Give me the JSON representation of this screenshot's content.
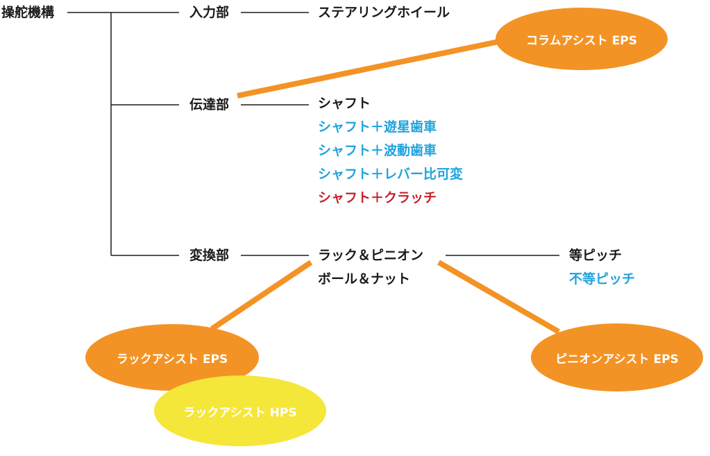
{
  "colors": {
    "line": "#1a1a1a",
    "accent_orange": "#f39325",
    "accent_yellow": "#f5e63a",
    "text_blue": "#1fa3dd",
    "text_red": "#c8202e"
  },
  "root": "操舵機構",
  "sections": {
    "input": {
      "label": "入力部",
      "items": [
        "ステアリングホイール"
      ]
    },
    "transmission": {
      "label": "伝達部",
      "items": [
        "シャフト",
        "シャフト＋遊星歯車",
        "シャフト＋波動歯車",
        "シャフト＋レバー比可変",
        "シャフト＋クラッチ"
      ]
    },
    "conversion": {
      "label": "変換部",
      "items": [
        "ラック＆ピニオン",
        "ボール＆ナット"
      ],
      "pitch_items": [
        "等ピッチ",
        "不等ピッチ"
      ]
    }
  },
  "assist_types": {
    "column_eps": "コラムアシスト EPS",
    "rack_eps": "ラックアシスト EPS",
    "rack_hps": "ラックアシスト HPS",
    "pinion_eps": "ピニオンアシスト EPS"
  }
}
